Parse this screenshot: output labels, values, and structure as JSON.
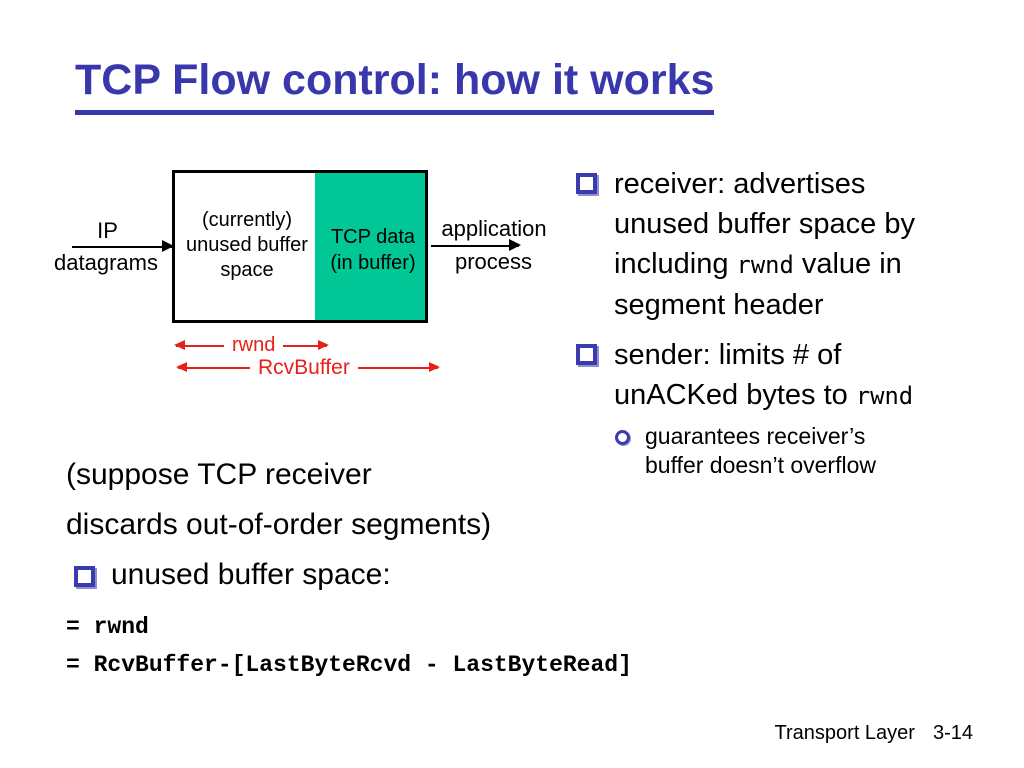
{
  "title": "TCP Flow control: how it works",
  "colors": {
    "title_blue": "#3838AC",
    "bullet_blue": "#3B3BB0",
    "buffer_teal": "#00C795",
    "measure_red": "#E8201A"
  },
  "diagram": {
    "left_label_line1": "IP",
    "left_label_line2": "datagrams",
    "box_left_line1": "(currently)",
    "box_left_line2": "unused buffer",
    "box_left_line3": "space",
    "box_right_line1": "TCP data",
    "box_right_line2": "(in buffer)",
    "right_label_line1": "application",
    "right_label_line2": "process",
    "rwnd_label": "rwnd",
    "rcvbuffer_label": "RcvBuffer"
  },
  "right_column": {
    "bullet1": {
      "line1": "receiver: advertises",
      "line2": "unused buffer space by",
      "line3_pre": "including ",
      "line3_code": "rwnd",
      "line3_post": " value in",
      "line4": "segment header"
    },
    "bullet2": {
      "line1": "sender: limits # of",
      "line2_pre": "unACKed bytes to ",
      "line2_code": "rwnd"
    },
    "sub_bullet": {
      "line1": "guarantees receiver’s",
      "line2": "buffer doesn’t overflow"
    }
  },
  "bottom_left": {
    "line1": "(suppose TCP receiver",
    "line2": "discards out-of-order segments)",
    "bullet_label": "unused buffer space:",
    "formula1": "= rwnd",
    "formula2": "= RcvBuffer-[LastByteRcvd - LastByteRead]"
  },
  "footer": {
    "label": "Transport Layer",
    "page": "3-14"
  }
}
